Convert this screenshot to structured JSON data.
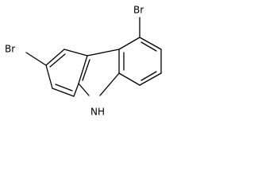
{
  "molecule": {
    "atom_labels": {
      "bromine_top": "Br",
      "bromine_left": "Br",
      "nitrogen": "N",
      "hydrogen": "H"
    }
  }
}
